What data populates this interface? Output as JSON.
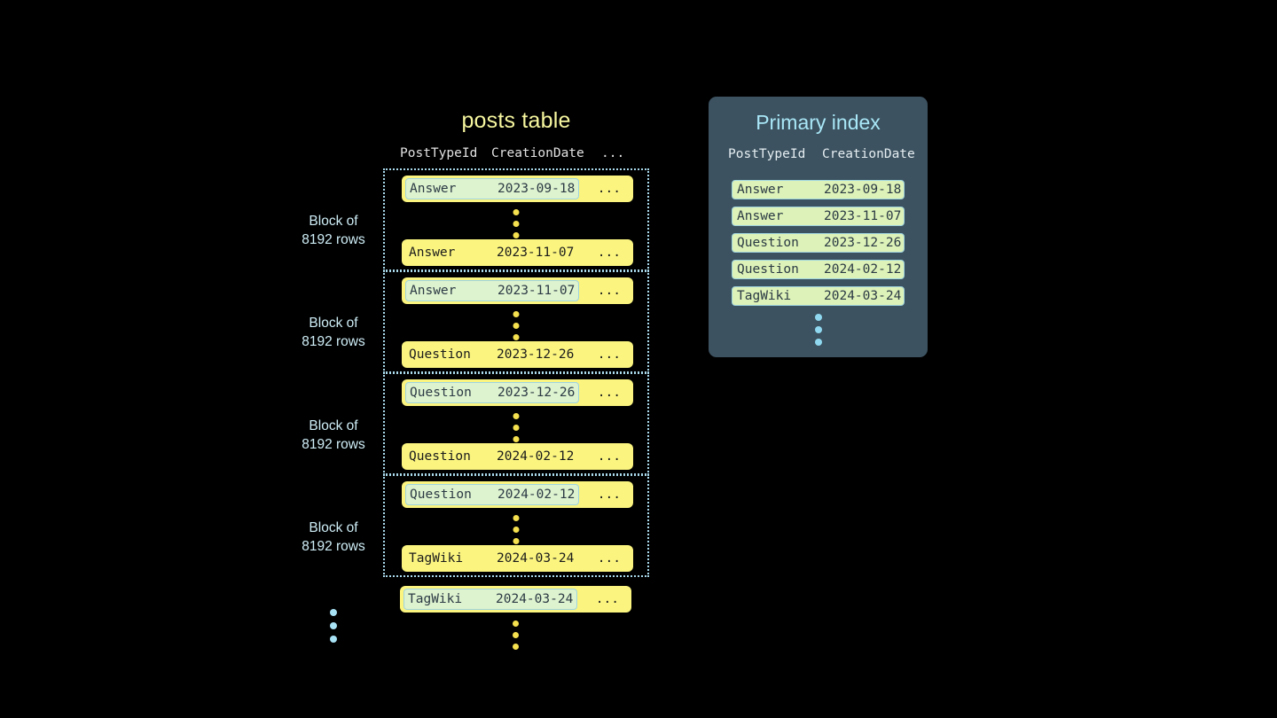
{
  "posts_table": {
    "title": "posts table",
    "columns": [
      "PostTypeId",
      "CreationDate",
      "..."
    ],
    "row_rest": "...",
    "blocks": [
      {
        "label_line1": "Block of",
        "label_line2": "8192 rows",
        "first_row": {
          "type": "Answer",
          "date": "2023-09-18",
          "highlighted": true
        },
        "last_row": {
          "type": "Answer",
          "date": "2023-11-07",
          "highlighted": false
        }
      },
      {
        "label_line1": "Block of",
        "label_line2": "8192 rows",
        "first_row": {
          "type": "Answer",
          "date": "2023-11-07",
          "highlighted": true
        },
        "last_row": {
          "type": "Question",
          "date": "2023-12-26",
          "highlighted": false
        }
      },
      {
        "label_line1": "Block of",
        "label_line2": "8192 rows",
        "first_row": {
          "type": "Question",
          "date": "2023-12-26",
          "highlighted": true
        },
        "last_row": {
          "type": "Question",
          "date": "2024-02-12",
          "highlighted": false
        }
      },
      {
        "label_line1": "Block of",
        "label_line2": "8192 rows",
        "first_row": {
          "type": "Question",
          "date": "2024-02-12",
          "highlighted": true
        },
        "last_row": {
          "type": "TagWiki",
          "date": "2024-03-24",
          "highlighted": false
        }
      }
    ],
    "trailing_row": {
      "type": "TagWiki",
      "date": "2024-03-24",
      "highlighted": true
    }
  },
  "primary_index": {
    "title": "Primary index",
    "columns": [
      "PostTypeId",
      "CreationDate"
    ],
    "rows": [
      {
        "type": "Answer",
        "date": "2023-09-18"
      },
      {
        "type": "Answer",
        "date": "2023-11-07"
      },
      {
        "type": "Question",
        "date": "2023-12-26"
      },
      {
        "type": "Question",
        "date": "2024-02-12"
      },
      {
        "type": "TagWiki",
        "date": "2024-03-24"
      }
    ]
  },
  "colors": {
    "background": "#000000",
    "row_yellow": "#fbf580",
    "highlight_green": "#ddf2cf",
    "highlight_border": "#9fd4de",
    "block_border": "#a8d8ea",
    "panel_slate": "#3c5260",
    "index_pill": "#ddf2b8",
    "title_yellow": "#f7f7a0",
    "title_cyan": "#a9e7f7",
    "label_cyan": "#cfeef7",
    "dot_yellow": "#f5e14f",
    "dot_cyan": "#8fd8ef"
  }
}
